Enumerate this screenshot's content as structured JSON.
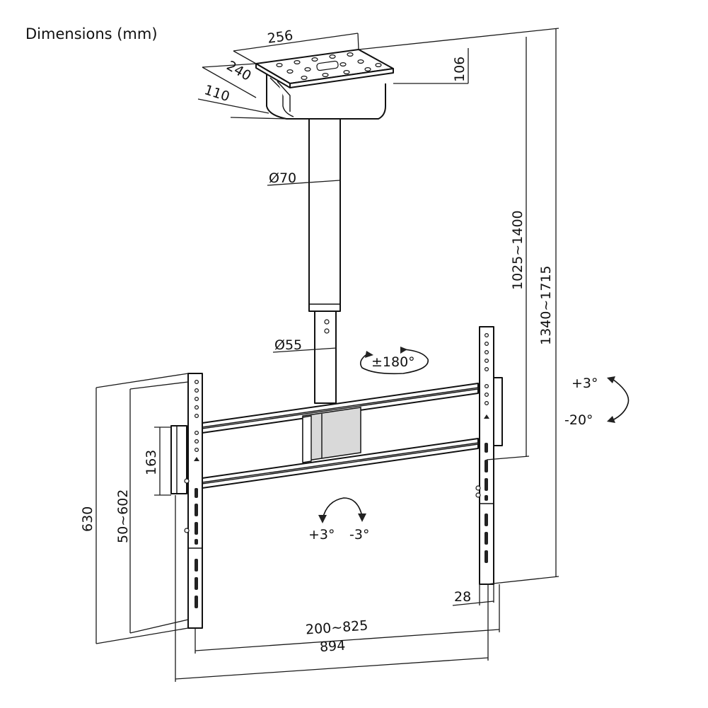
{
  "title": "Dimensions (mm)",
  "dimensions": {
    "plate_width": "256",
    "plate_depth": "240",
    "box_depth": "110",
    "plate_height": "106",
    "pole_upper_diameter": "Ø70",
    "pole_lower_diameter": "Ø55",
    "height_adjust": "1025~1400",
    "total_height": "1340~1715",
    "frame_height": "630",
    "vesa_vertical": "50~602",
    "arm_height": "163",
    "vesa_horizontal": "200~825",
    "frame_width": "894",
    "rail_depth": "28"
  },
  "rotation": {
    "swivel": "±180°"
  },
  "tilt": {
    "up": "+3°",
    "down": "-20°"
  },
  "level": {
    "left": "+3°",
    "right": "-3°"
  },
  "colors": {
    "line": "#111111",
    "shade": "#d9d9d9"
  }
}
